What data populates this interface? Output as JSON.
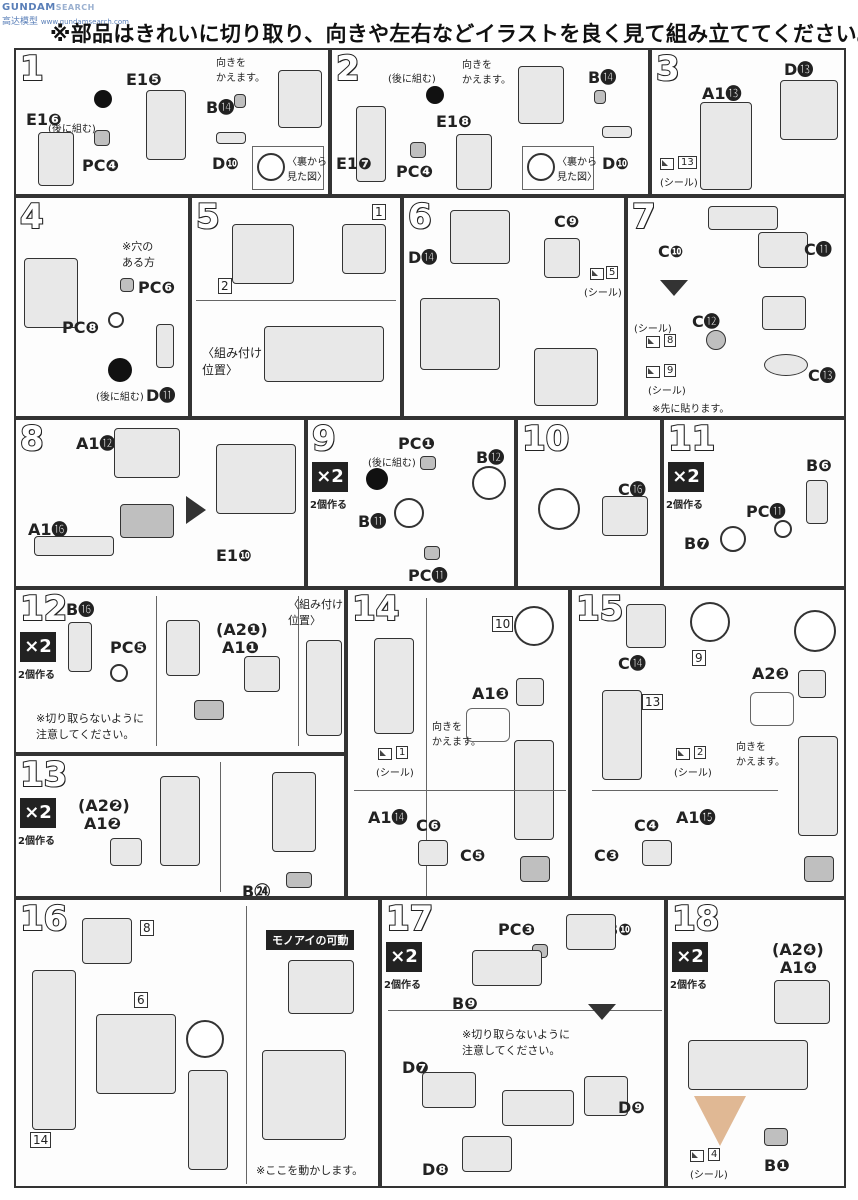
{
  "watermark": {
    "brand": "GUNDAM",
    "site": "SEARCH",
    "cn": "高达模型",
    "url": "www.gundamsearch.com"
  },
  "header": {
    "instruction": "部品はきれいに切り取り、向きや左右などイラストを良く見て組み立ててください。"
  },
  "common": {
    "x2": "×2",
    "two_make": "2個作る",
    "sticker": "(シール)",
    "back_assemble": "(後に組む)",
    "change_dir": "向きを\nかえます。",
    "dont_cut": "※切り取らないように\n注意してください。"
  },
  "steps": [
    {
      "n": "1",
      "labels": [
        "E1❺",
        "E1❻",
        "PC❹",
        "B⓮",
        "D❿",
        "〈裏から\n見た図〉"
      ]
    },
    {
      "n": "2",
      "labels": [
        "E1❽",
        "E1❼",
        "PC❹",
        "B⓮",
        "D❿",
        "〈裏から\n見た図〉"
      ]
    },
    {
      "n": "3",
      "labels": [
        "A1⓭",
        "D⓭",
        "13"
      ]
    },
    {
      "n": "4",
      "labels": [
        "PC❻",
        "PC❽",
        "D⓫",
        "※穴の\nある方"
      ]
    },
    {
      "n": "5",
      "labels": [
        "1",
        "2",
        "〈組み付け\n位置〉"
      ]
    },
    {
      "n": "6",
      "labels": [
        "C❾",
        "D⓮",
        "5"
      ]
    },
    {
      "n": "7",
      "labels": [
        "C❿",
        "C⓫",
        "C⓬",
        "C⓭",
        "8",
        "9",
        "※先に貼ります。"
      ]
    },
    {
      "n": "8",
      "labels": [
        "A1⓬",
        "A1⓰",
        "E1❿"
      ]
    },
    {
      "n": "9",
      "labels": [
        "PC❶",
        "B⓬",
        "B⓫",
        "PC⓫"
      ]
    },
    {
      "n": "10",
      "labels": [
        "C⓰"
      ]
    },
    {
      "n": "11",
      "labels": [
        "B❻",
        "PC⓫",
        "B❼"
      ]
    },
    {
      "n": "12",
      "labels": [
        "B⓰",
        "PC❺",
        "(A2❶)",
        "A1❶",
        "〈組み付け\n位置〉"
      ]
    },
    {
      "n": "13",
      "labels": [
        "(A2❷)",
        "A1❷",
        "B㉔"
      ]
    },
    {
      "n": "14",
      "labels": [
        "10",
        "A1❸",
        "1",
        "A1⓮",
        "C❻",
        "C❺"
      ]
    },
    {
      "n": "15",
      "labels": [
        "C⓮",
        "9",
        "A2❸",
        "13",
        "2",
        "C❹",
        "A1⓯",
        "C❸"
      ]
    },
    {
      "n": "16",
      "labels": [
        "8",
        "6",
        "14",
        "モノアイの可動",
        "※ここを動かします。"
      ]
    },
    {
      "n": "17",
      "labels": [
        "PC❸",
        "B❿",
        "B❾",
        "D❼",
        "D❾",
        "D❽"
      ]
    },
    {
      "n": "18",
      "labels": [
        "(A2❹)",
        "A1❹",
        "4",
        "B❶"
      ]
    }
  ]
}
